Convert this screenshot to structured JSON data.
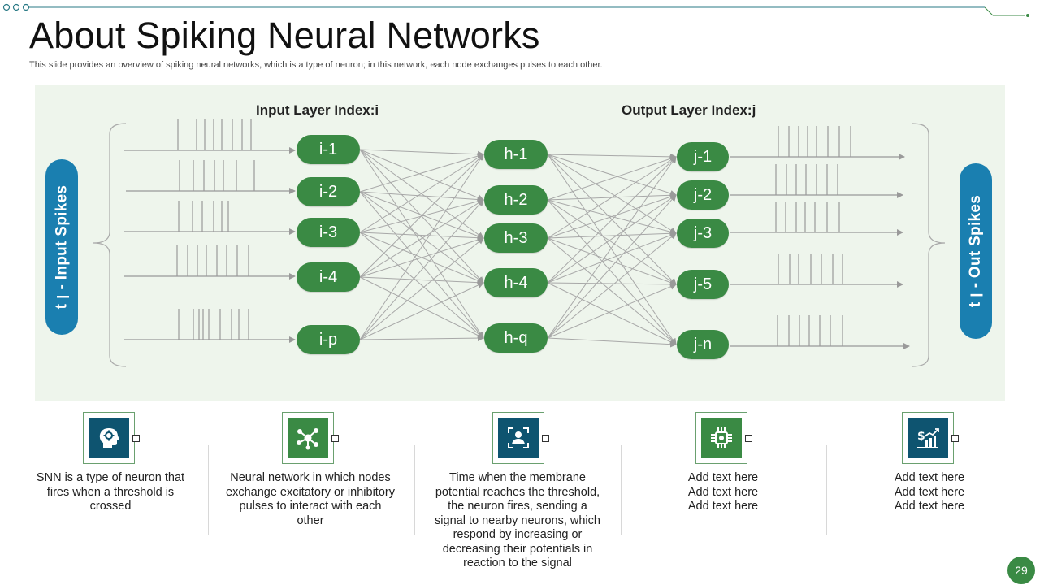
{
  "header": {
    "title": "About Spiking Neural Networks",
    "subtitle": "This slide provides an overview of spiking neural networks, which is a type of neuron; in this network, each node exchanges pulses to each other."
  },
  "diagram": {
    "input_label": "Input Layer Index:i",
    "output_label": "Output Layer Index:j",
    "left_pill": "t ן - Input Spikes",
    "right_pill": "t ן - Out Spikes",
    "input_nodes": [
      "i-1",
      "i-2",
      "i-3",
      "i-4",
      "i-p"
    ],
    "hidden_nodes": [
      "h-1",
      "h-2",
      "h-3",
      "h-4",
      "h-q"
    ],
    "output_nodes": [
      "j-1",
      "j-2",
      "j-3",
      "j-5",
      "j-n"
    ]
  },
  "features": [
    {
      "icon": "brain-gear-icon",
      "text": "SNN is a type of neuron that fires when a threshold is crossed",
      "color": "#0e5470"
    },
    {
      "icon": "network-nodes-icon",
      "text": "Neural network in which nodes exchange excitatory or inhibitory pulses to interact with each other",
      "color": "#3a8a44"
    },
    {
      "icon": "focus-person-icon",
      "text": "Time when the membrane potential reaches the threshold, the neuron fires, sending a signal to nearby neurons, which respond by increasing or decreasing their potentials in reaction to the signal",
      "color": "#0e5470"
    },
    {
      "icon": "chip-icon",
      "text": "Add text here\nAdd text here\nAdd text here",
      "color": "#3a8a44"
    },
    {
      "icon": "dollar-chart-icon",
      "text": "Add text here\nAdd text here\nAdd text here",
      "color": "#0e5470"
    }
  ],
  "page_number": "29",
  "colors": {
    "green": "#3a8a44",
    "blue": "#1a7fb0",
    "navy": "#0e5470",
    "panel": "#eef5ec"
  }
}
